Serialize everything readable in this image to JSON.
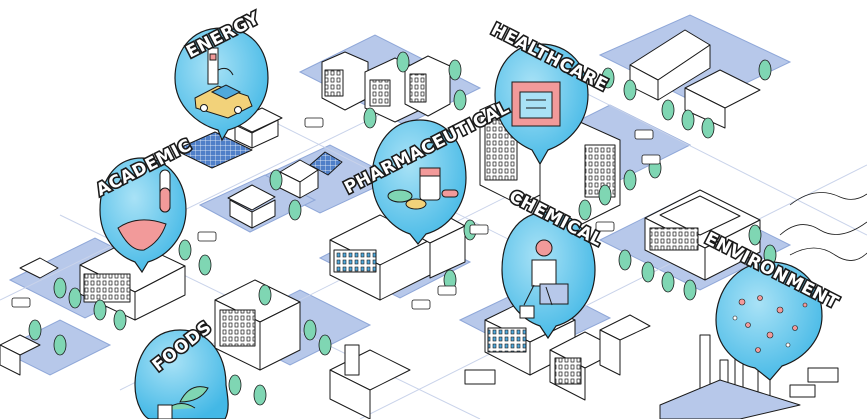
{
  "colors": {
    "block": "#b7c8ea",
    "block_edge": "#8fa7d8",
    "road": "#f4f6fb",
    "bubble": "#4fc3ec",
    "bubble_light": "#a9e2f6",
    "tree": "#7fd6b3",
    "outline": "#1a1a1a",
    "building": "#ffffff",
    "window_blue": "#4fa9dc",
    "accent_yellow": "#f2d27a",
    "accent_pink": "#f29a9a"
  },
  "bubbles": [
    {
      "key": "energy",
      "label": "ENERGY",
      "icon": "electric-car-icon"
    },
    {
      "key": "academic",
      "label": "ACADEMIC",
      "icon": "liver-test-tube-icon"
    },
    {
      "key": "pharmaceutical",
      "label": "PHARMACEUTICAL",
      "icon": "pills-bottle-icon"
    },
    {
      "key": "healthcare",
      "label": "HEALTHCARE",
      "icon": "intestine-icon"
    },
    {
      "key": "chemical",
      "label": "CHEMICAL",
      "icon": "scientist-icon"
    },
    {
      "key": "environment",
      "label": "ENVIRONMENT",
      "icon": "microbes-icon"
    },
    {
      "key": "foods",
      "label": "FOODS",
      "icon": "plant-icon"
    }
  ]
}
